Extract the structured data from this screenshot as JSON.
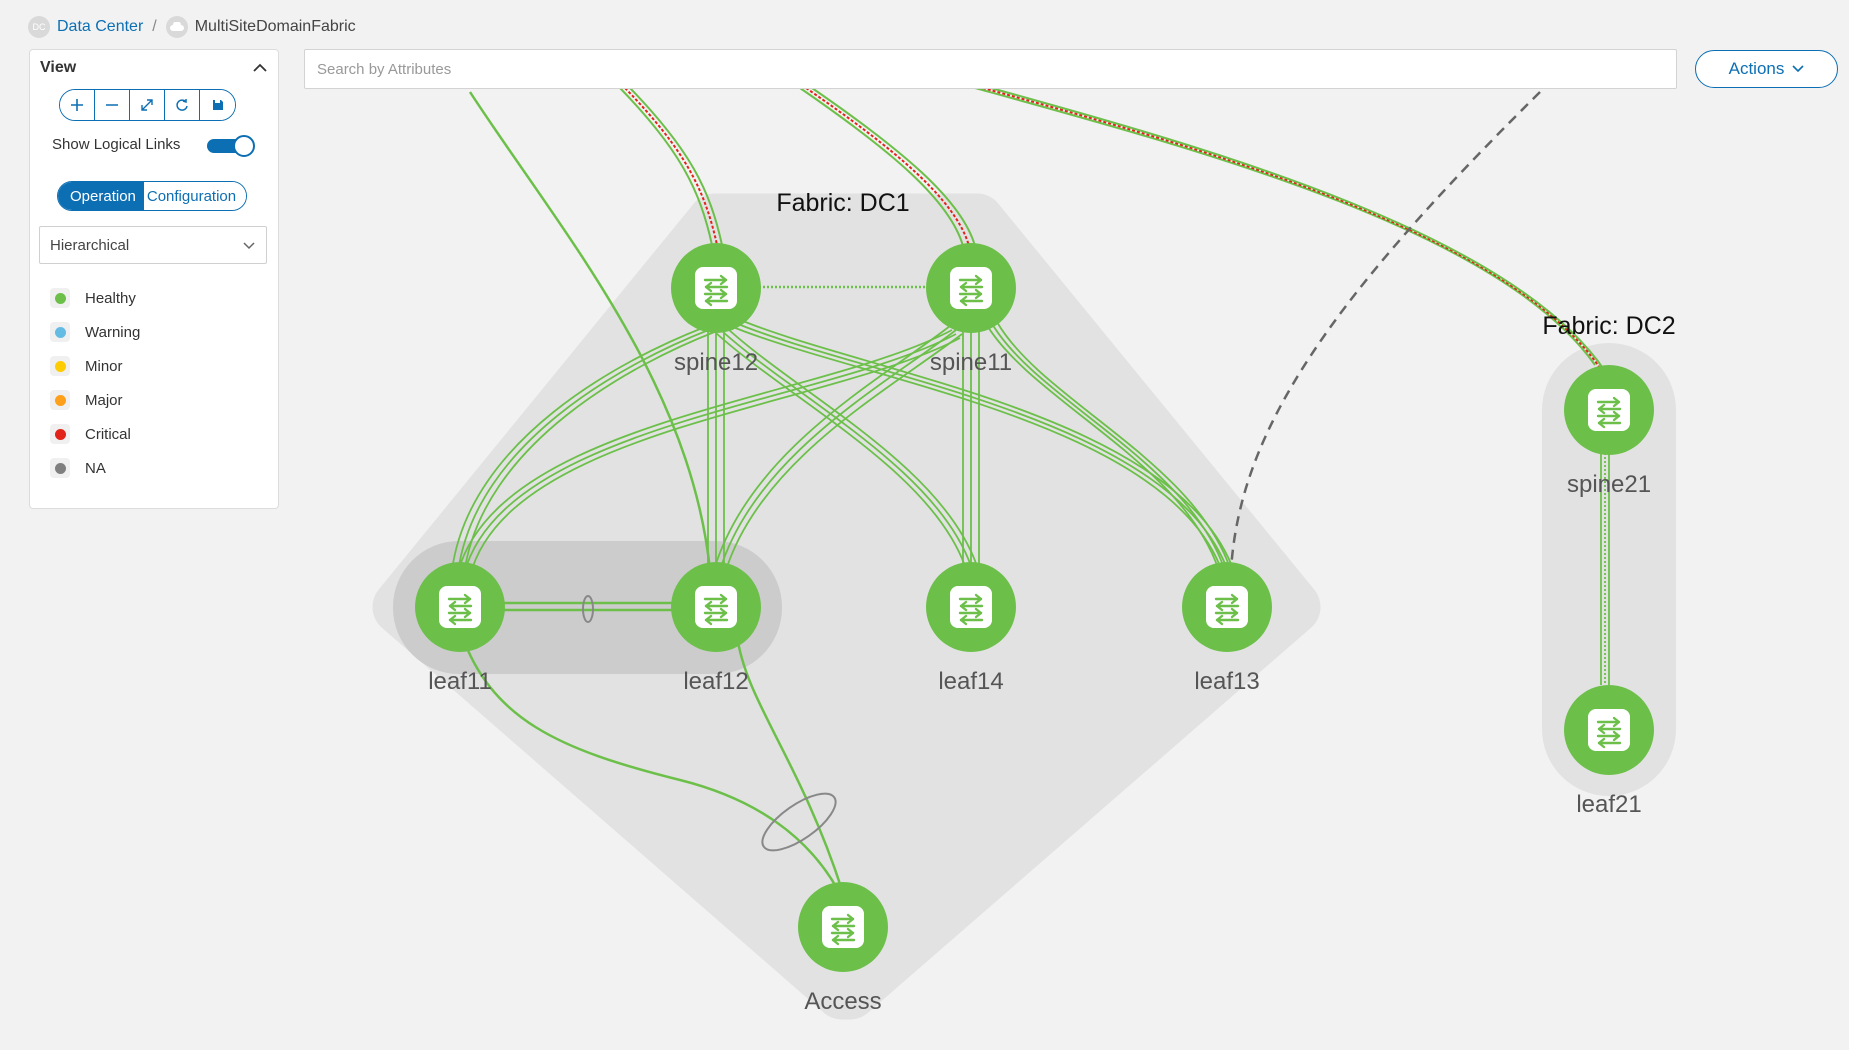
{
  "breadcrumb": {
    "root_icon_text": "DC",
    "root_label": "Data Center",
    "separator": "/",
    "current_label": "MultiSiteDomainFabric"
  },
  "view_panel": {
    "title": "View",
    "zoom_buttons": [
      {
        "icon": "plus-icon"
      },
      {
        "icon": "minus-icon"
      },
      {
        "icon": "fit-expand-icon"
      },
      {
        "icon": "refresh-icon"
      },
      {
        "icon": "save-icon"
      }
    ],
    "show_logical_links_label": "Show Logical Links",
    "show_logical_links_on": true,
    "mode_tabs": [
      "Operation",
      "Configuration"
    ],
    "active_mode": "Operation",
    "layout_select": "Hierarchical",
    "legend": [
      {
        "label": "Healthy",
        "color": "#6cc04a"
      },
      {
        "label": "Warning",
        "color": "#64bbe3"
      },
      {
        "label": "Minor",
        "color": "#ffcc00"
      },
      {
        "label": "Major",
        "color": "#ff9f1a"
      },
      {
        "label": "Critical",
        "color": "#e2231a"
      },
      {
        "label": "NA",
        "color": "#7f7f7f"
      }
    ]
  },
  "search": {
    "placeholder": "Search by Attributes",
    "value": ""
  },
  "actions": {
    "label": "Actions"
  },
  "topology": {
    "colors": {
      "healthy": "#6cc04a",
      "link": "#6cc04a",
      "critical_link": "#e2231a",
      "logical_link": "#666666",
      "group_fill": "#e2e2e2",
      "vpc_fill": "#cccccc",
      "node_label": "#555555",
      "fabric_label": "#111111"
    },
    "fabrics": [
      {
        "id": "dc1",
        "label": "Fabric: DC1"
      },
      {
        "id": "dc2",
        "label": "Fabric: DC2"
      }
    ],
    "nodes": [
      {
        "id": "spine12",
        "label": "spine12",
        "status": "Healthy"
      },
      {
        "id": "spine11",
        "label": "spine11",
        "status": "Healthy"
      },
      {
        "id": "leaf11",
        "label": "leaf11",
        "status": "Healthy"
      },
      {
        "id": "leaf12",
        "label": "leaf12",
        "status": "Healthy"
      },
      {
        "id": "leaf14",
        "label": "leaf14",
        "status": "Healthy"
      },
      {
        "id": "leaf13",
        "label": "leaf13",
        "status": "Healthy"
      },
      {
        "id": "access",
        "label": "Access",
        "status": "Healthy"
      },
      {
        "id": "spine21",
        "label": "spine21",
        "status": "Healthy"
      },
      {
        "id": "leaf21",
        "label": "leaf21",
        "status": "Healthy"
      }
    ]
  }
}
